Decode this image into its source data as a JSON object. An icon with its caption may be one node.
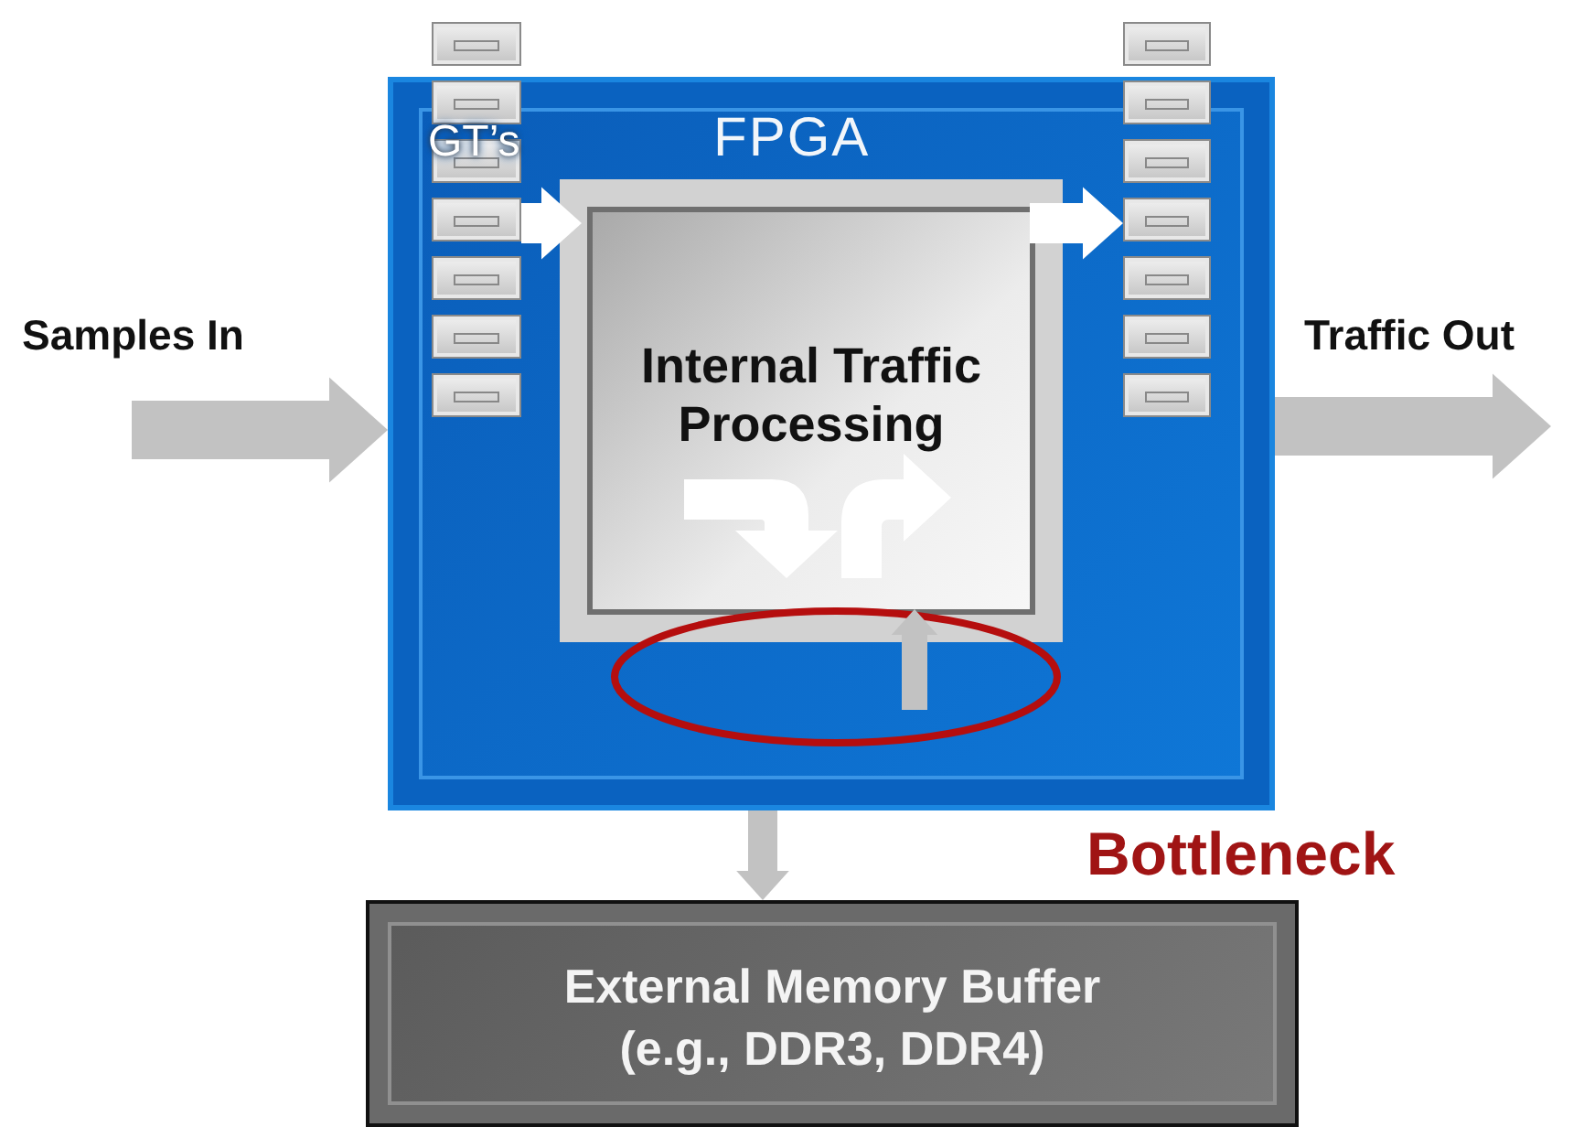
{
  "diagram": {
    "nodes": [
      {
        "text": [
          "FPGA"
        ]
      },
      {
        "text": [
          "Internal Traffic Processing"
        ],
        "in": 0
      },
      {
        "text": [
          "GT’s"
        ]
      },
      {
        "text": [],
        "shape": "bar"
      },
      {
        "text": [
          "External Memory Buffer (e.g., DDR3, DDR4)"
        ]
      }
    ],
    "edges": [
      {
        "from": null,
        "to": 0,
        "arrow": "to"
      },
      {
        "from": 0,
        "to": null,
        "arrow": "to"
      },
      {
        "from": 2,
        "to": 1,
        "arrow": "to",
        "color": "#ffffff"
      },
      {
        "from": 1,
        "to": 3,
        "arrow": "to",
        "color": "#ffffff"
      },
      {
        "from": null,
        "to": 1,
        "arrow": "to"
      },
      {
        "from": 0,
        "to": 4,
        "arrow": "to"
      }
    ],
    "labels": [
      "Samples In",
      "Traffic Out",
      "Bottleneck"
    ]
  }
}
